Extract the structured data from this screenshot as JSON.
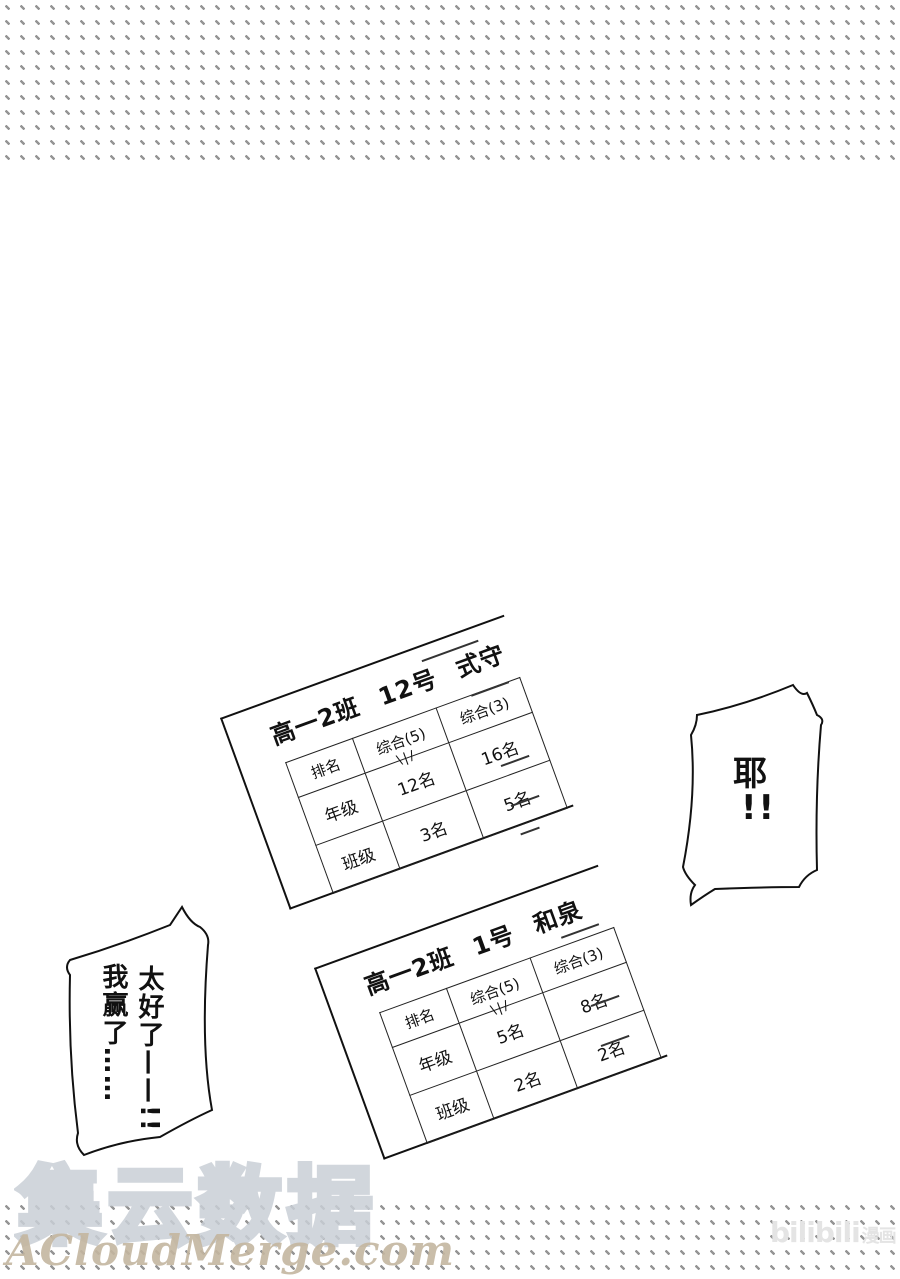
{
  "cards": [
    {
      "class_label": "高一2班",
      "student_no": "12号",
      "student_name": "式守",
      "header_rank": "排名",
      "header_col1": "综合(5)",
      "header_col2": "综合(3)",
      "row1_label": "年级",
      "row1_col1": "12名",
      "row1_col2": "16名",
      "row2_label": "班级",
      "row2_col1": "3名",
      "row2_col2": "5名"
    },
    {
      "class_label": "高一2班",
      "student_no": "1号",
      "student_name": "和泉",
      "header_rank": "排名",
      "header_col1": "综合(5)",
      "header_col2": "综合(3)",
      "row1_label": "年级",
      "row1_col1": "5名",
      "row1_col2": "8名",
      "row2_label": "班级",
      "row2_col1": "2名",
      "row2_col2": "2名"
    }
  ],
  "bubbles": {
    "right": {
      "line1": "耶",
      "line2": "!!"
    },
    "left": {
      "col1": "太好了——!!",
      "col2": "我赢了……"
    }
  },
  "sparkle": "\\ | /",
  "watermarks": {
    "cn": "集云数据",
    "en": "ACloudMerge.com",
    "bili": "bilibili",
    "bili_suffix": "漫画"
  },
  "colors": {
    "ink": "#111111",
    "pattern": "#8a8a8a",
    "watermark_cn": "#c9cfd6",
    "watermark_en": "#c4b6a0"
  }
}
